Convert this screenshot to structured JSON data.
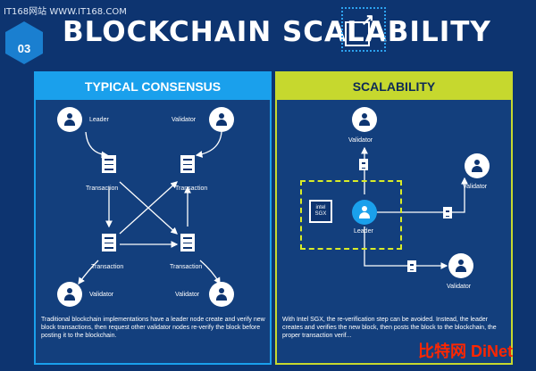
{
  "top_watermark": "IT168网站 WWW.IT168.COM",
  "section_number": "03",
  "title": "BLOCKCHAIN SCALABILITY",
  "left_panel": {
    "heading": "TYPICAL CONSENSUS",
    "leader": "Leader",
    "validator_top": "Validator",
    "transaction_tl": "Transaction",
    "transaction_tr": "Transaction",
    "transaction_bl": "Transaction",
    "transaction_br": "Transaction",
    "validator_bl": "Validator",
    "validator_br": "Validator",
    "description": "Traditional blockchain implementations have a leader node create and verify new block transactions, then request other validator nodes re-verify the block before posting it to the blockchain."
  },
  "right_panel": {
    "heading": "SCALABILITY",
    "validator_top": "Validator",
    "chip_brand": "intel",
    "chip_label": "SGX",
    "leader": "Leader",
    "validator_right": "Validator",
    "validator_bottom": "Validator",
    "description": "With Intel SGX, the re-verification step can be avoided. Instead, the leader creates and verifies the new block, then posts the block to the blockchain, the proper transaction verif..."
  },
  "bottom_watermark": "比特网 DiNet",
  "colors": {
    "background": "#0d3470",
    "left_accent": "#1aa0ec",
    "right_accent": "#c6d82e",
    "sgx_dash": "#d9ec27"
  }
}
